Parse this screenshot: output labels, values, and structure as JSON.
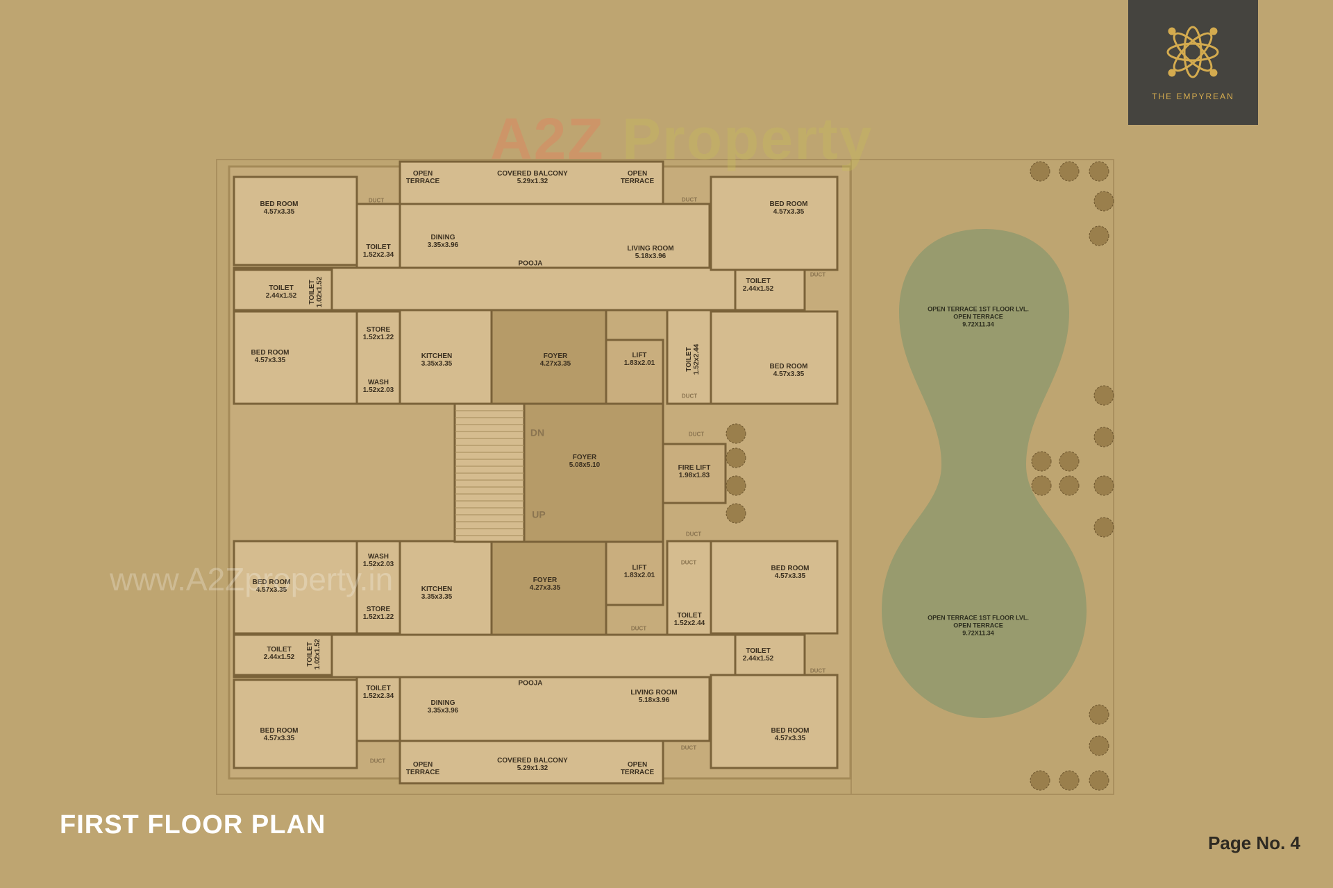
{
  "logo": {
    "brand": "THE EMPYREAN",
    "icon": "lotus-flower-icon",
    "bg_color": "#45443f",
    "accent": "#d4ab4f"
  },
  "watermark": {
    "brand_a": "A2Z ",
    "brand_b": "Property",
    "url": "www.A2Zproperty.in"
  },
  "title": "FIRST FLOOR PLAN",
  "page_number": "Page No. 4",
  "colors": {
    "background": "#BEA571",
    "room": "#D5BC8F",
    "foyer": "#B69B68",
    "wall": "#7A6239",
    "terrace": "#989B6E"
  },
  "rooms": [
    {
      "name": "OPEN",
      "sub": "TERRACE"
    },
    {
      "name": "COVERED BALCONY",
      "sub": "5.29x1.32"
    },
    {
      "name": "OPEN",
      "sub": "TERRACE"
    },
    {
      "name": "BED ROOM",
      "sub": "4.57x3.35"
    },
    {
      "name": "TOILET",
      "sub": "1.52x2.34"
    },
    {
      "name": "DINING",
      "sub": "3.35x3.96"
    },
    {
      "name": "POOJA",
      "sub": ""
    },
    {
      "name": "LIVING ROOM",
      "sub": "5.18x3.96"
    },
    {
      "name": "BED ROOM",
      "sub": "4.57x3.35"
    },
    {
      "name": "TOILET",
      "sub": "2.44x1.52"
    },
    {
      "name": "TOILET",
      "sub": "1.02x1.52"
    },
    {
      "name": "TOILET",
      "sub": "2.44x1.52"
    },
    {
      "name": "STORE",
      "sub": "1.52x1.22"
    },
    {
      "name": "BED ROOM",
      "sub": "4.57x3.35"
    },
    {
      "name": "KITCHEN",
      "sub": "3.35x3.35"
    },
    {
      "name": "FOYER",
      "sub": "4.27x3.35"
    },
    {
      "name": "LIFT",
      "sub": "1.83x2.01"
    },
    {
      "name": "TOILET",
      "sub": "1.52x2.44"
    },
    {
      "name": "BED ROOM",
      "sub": "4.57x3.35"
    },
    {
      "name": "WASH",
      "sub": "1.52x2.03"
    },
    {
      "name": "FOYER",
      "sub": "5.08x5.10"
    },
    {
      "name": "FIRE LIFT",
      "sub": "1.98x1.83"
    },
    {
      "name": "WASH",
      "sub": "1.52x2.03"
    },
    {
      "name": "BED ROOM",
      "sub": "4.57x3.35"
    },
    {
      "name": "KITCHEN",
      "sub": "3.35x3.35"
    },
    {
      "name": "FOYER",
      "sub": "4.27x3.35"
    },
    {
      "name": "LIFT",
      "sub": "1.83x2.01"
    },
    {
      "name": "BED ROOM",
      "sub": "4.57x3.35"
    },
    {
      "name": "STORE",
      "sub": "1.52x1.22"
    },
    {
      "name": "TOILET",
      "sub": "1.52x2.44"
    },
    {
      "name": "TOILET",
      "sub": "2.44x1.52"
    },
    {
      "name": "TOILET",
      "sub": "1.02x1.52"
    },
    {
      "name": "TOILET",
      "sub": "2.44x1.52"
    },
    {
      "name": "TOILET",
      "sub": "1.52x2.34"
    },
    {
      "name": "POOJA",
      "sub": ""
    },
    {
      "name": "LIVING ROOM",
      "sub": "5.18x3.96"
    },
    {
      "name": "DINING",
      "sub": "3.35x3.96"
    },
    {
      "name": "BED ROOM",
      "sub": "4.57x3.35"
    },
    {
      "name": "BED ROOM",
      "sub": "4.57x3.35"
    },
    {
      "name": "OPEN",
      "sub": "TERRACE"
    },
    {
      "name": "COVERED BALCONY",
      "sub": "5.29x1.32"
    },
    {
      "name": "OPEN",
      "sub": "TERRACE"
    }
  ],
  "minor_labels": {
    "duct": "DUCT",
    "dn": "DN",
    "up": "UP"
  },
  "terraces": [
    {
      "l1": "OPEN TERRACE 1ST FLOOR LVL.",
      "l2": "OPEN TERRACE",
      "l3": "9.72X11.34"
    },
    {
      "l1": "OPEN TERRACE 1ST FLOOR LVL.",
      "l2": "OPEN TERRACE",
      "l3": "9.72X11.34"
    }
  ]
}
